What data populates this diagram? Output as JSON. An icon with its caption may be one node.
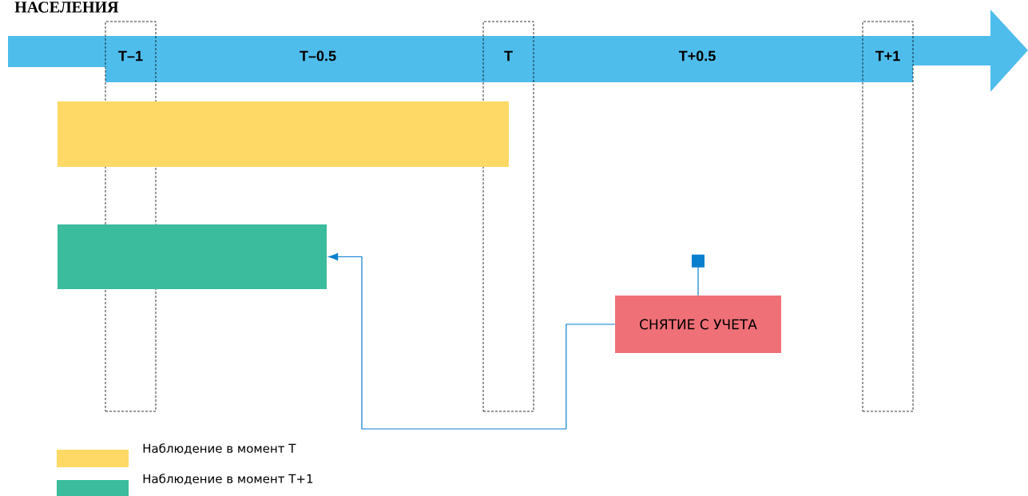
{
  "diagram": {
    "title": "НАСЕЛЕНИЯ",
    "nodes": [
      {
        "text": [
          "T–1"
        ]
      },
      {
        "text": [
          "T"
        ]
      },
      {
        "text": [
          "T+1"
        ]
      },
      {
        "text": [],
        "shape": "bar"
      },
      {
        "text": [],
        "shape": "bar"
      },
      {
        "text": [
          "СНЯТИЕ С УЧЕТА"
        ]
      }
    ],
    "edges": [
      {
        "from": 5,
        "to": 4,
        "arrow": "to"
      },
      {
        "from": 5,
        "to": null,
        "arrow": "other"
      }
    ],
    "labels": [
      "T–0.5",
      "T+0.5"
    ],
    "legend": [
      {
        "text": "Наблюдение в момент T",
        "color": "#fed966"
      },
      {
        "text": "Наблюдение в момент T+1",
        "color": "#3bbc9c"
      }
    ]
  }
}
